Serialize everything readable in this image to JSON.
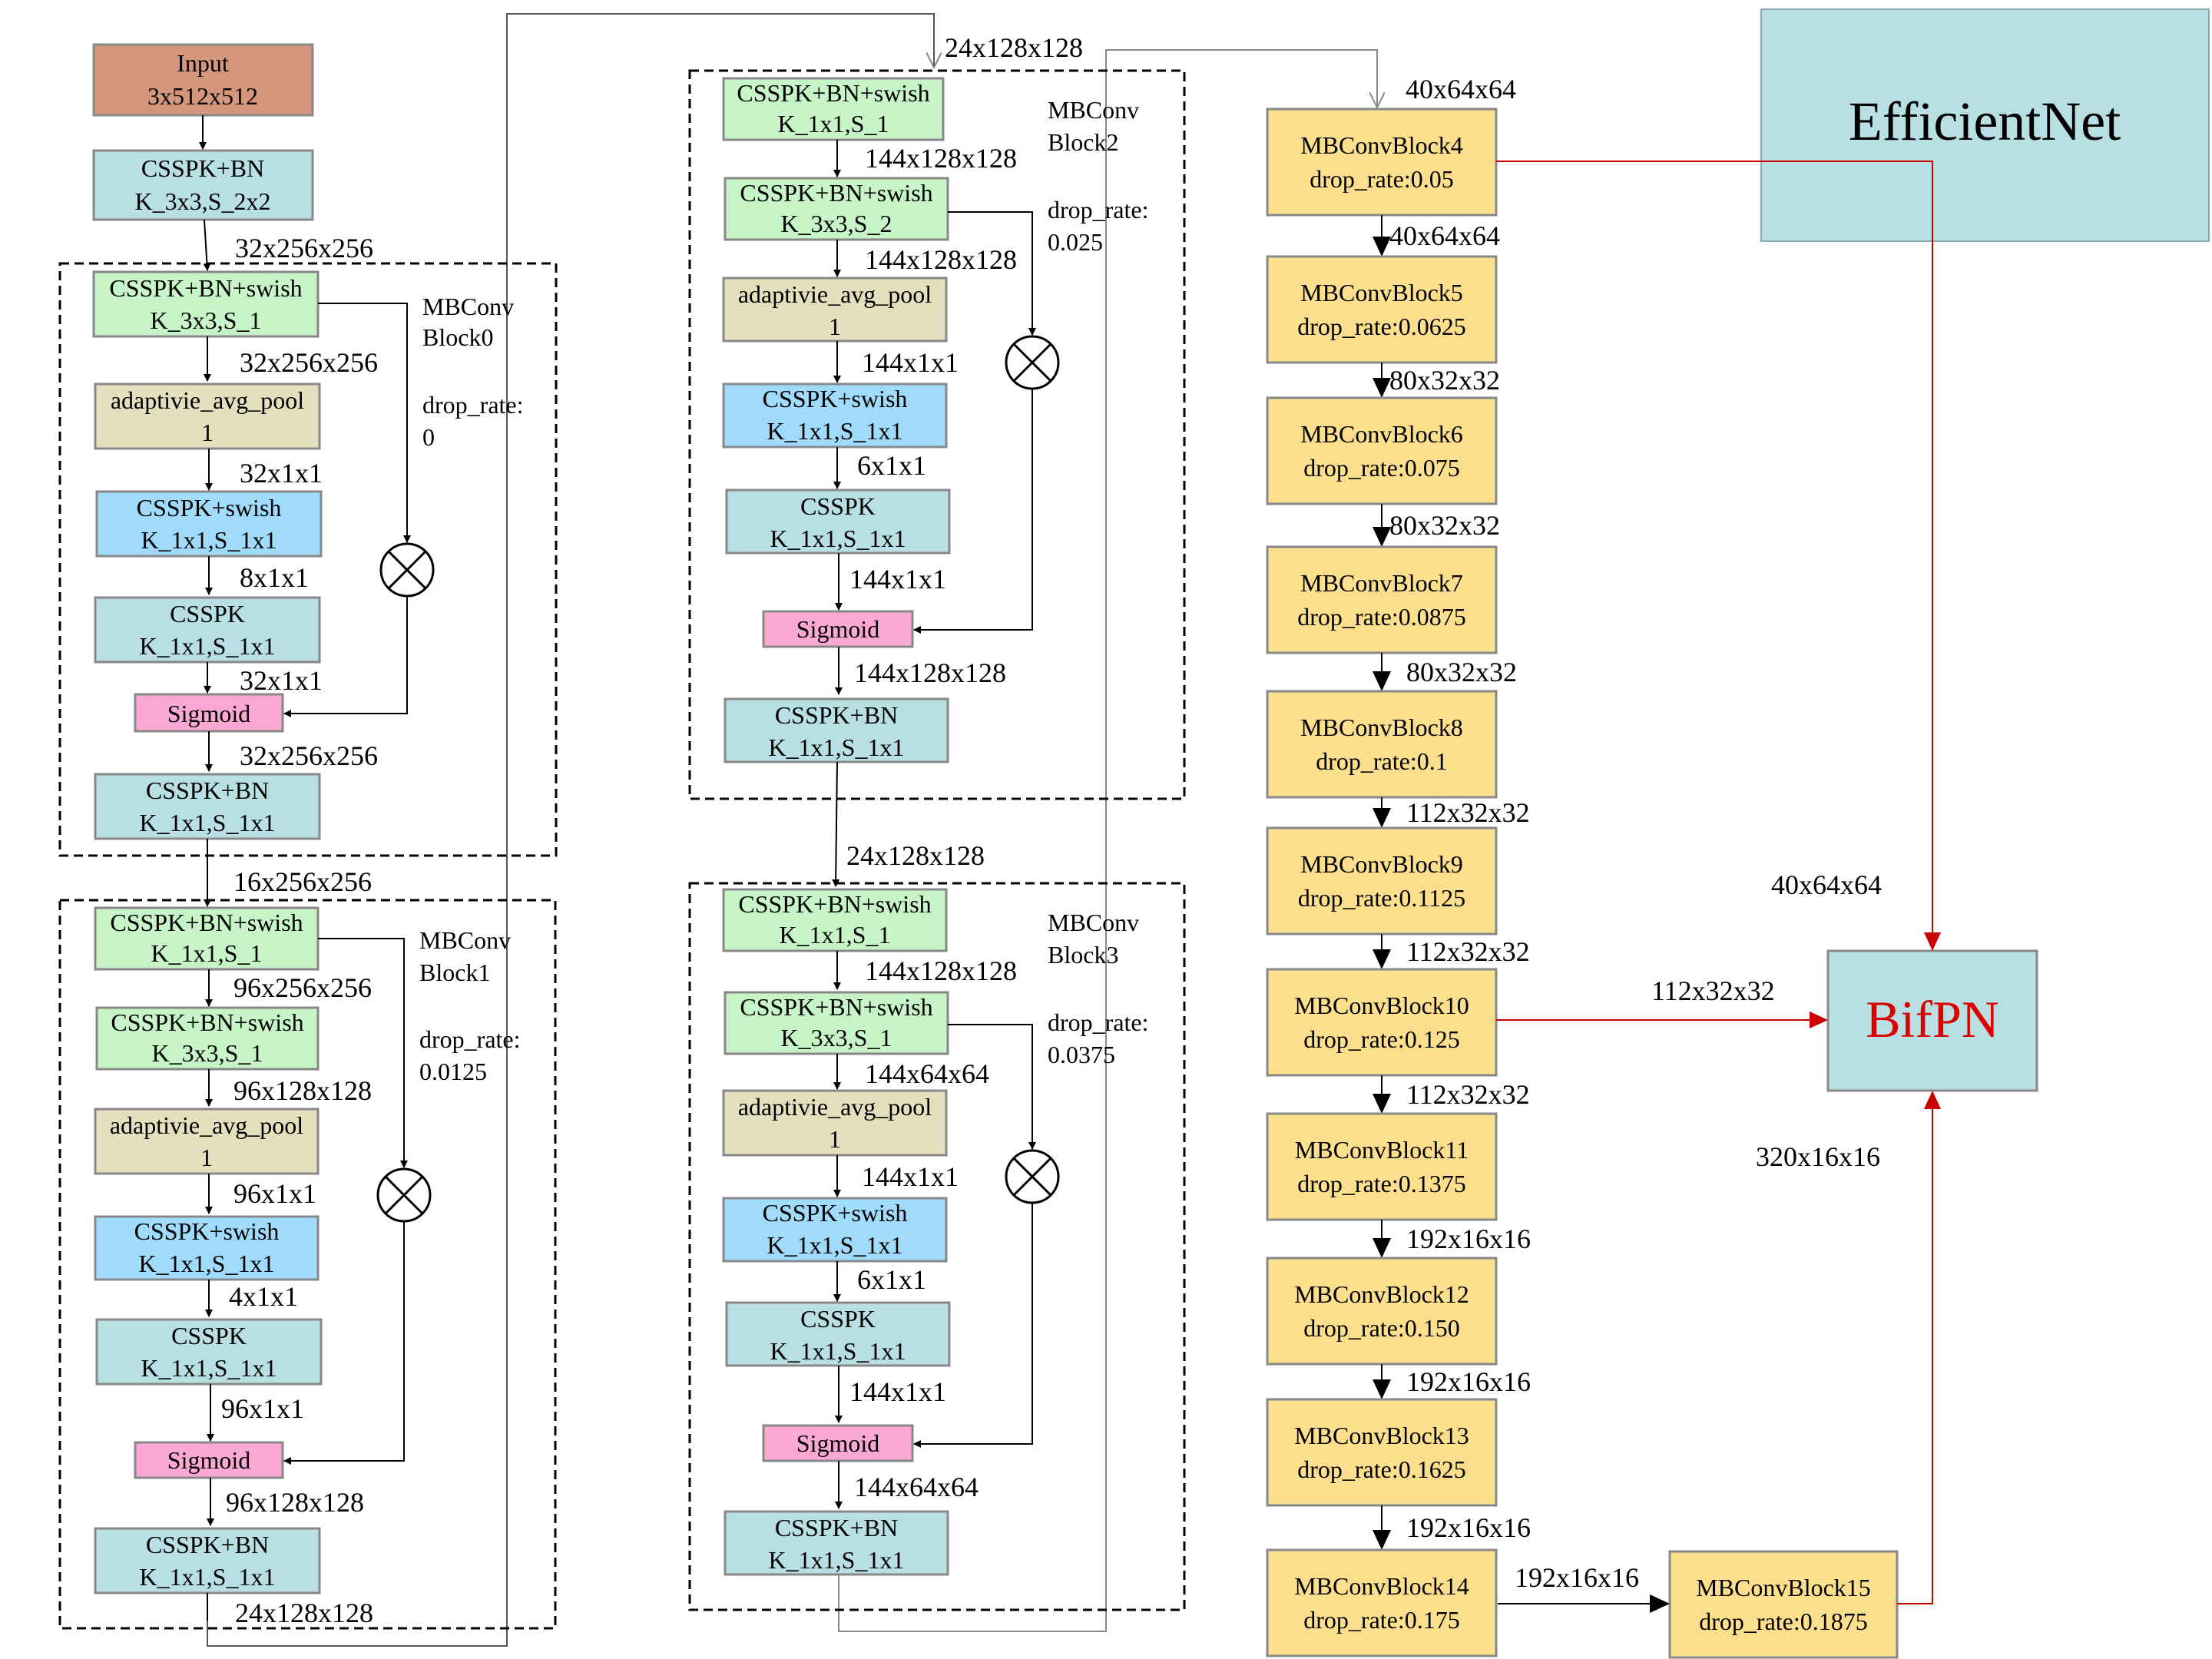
{
  "title": "EfficientNet",
  "colors": {
    "input": "#d4977e",
    "conv_bn": "#b8dfe3",
    "conv_swish_bn": "#c8f5c8",
    "pool": "#e4dfbc",
    "conv_swish": "#a0dbfc",
    "sigmoid": "#fba8d4",
    "mbconv": "#fcdf8c",
    "title_box": "#b8dfe3",
    "red_arrow": "#cc0000",
    "gray_line": "#888888"
  },
  "input_box": {
    "line1": "Input",
    "line2": "3x512x512"
  },
  "stem": {
    "line1": "CSSPK+BN",
    "line2": "K_3x3,S_2x2"
  },
  "stem_out": "32x256x256",
  "block0": {
    "label1": "MBConv",
    "label2": "Block0",
    "drop1": "drop_rate:",
    "drop2": "0",
    "items": [
      {
        "line1": "CSSPK+BN+swish",
        "line2": "K_3x3,S_1"
      },
      {
        "line1": "adaptivie_avg_pool",
        "line2": "1"
      },
      {
        "line1": "CSSPK+swish",
        "line2": "K_1x1,S_1x1"
      },
      {
        "line1": "CSSPK",
        "line2": "K_1x1,S_1x1"
      },
      {
        "line1": "Sigmoid"
      },
      {
        "line1": "CSSPK+BN",
        "line2": "K_1x1,S_1x1"
      }
    ],
    "dims": [
      "32x256x256",
      "32x1x1",
      "8x1x1",
      "32x1x1",
      "32x256x256"
    ],
    "out": "16x256x256"
  },
  "block1": {
    "label1": "MBConv",
    "label2": "Block1",
    "drop1": "drop_rate:",
    "drop2": "0.0125",
    "items": [
      {
        "line1": "CSSPK+BN+swish",
        "line2": "K_1x1,S_1"
      },
      {
        "line1": "CSSPK+BN+swish",
        "line2": "K_3x3,S_1"
      },
      {
        "line1": "adaptivie_avg_pool",
        "line2": "1"
      },
      {
        "line1": "CSSPK+swish",
        "line2": "K_1x1,S_1x1"
      },
      {
        "line1": "CSSPK",
        "line2": "K_1x1,S_1x1"
      },
      {
        "line1": "Sigmoid"
      },
      {
        "line1": "CSSPK+BN",
        "line2": "K_1x1,S_1x1"
      }
    ],
    "dims": [
      "96x256x256",
      "96x128x128",
      "96x1x1",
      "4x1x1",
      "96x1x1",
      "96x128x128"
    ],
    "out": "24x128x128"
  },
  "block2": {
    "in": "24x128x128",
    "label1": "MBConv",
    "label2": "Block2",
    "drop1": "drop_rate:",
    "drop2": "0.025",
    "items": [
      {
        "line1": "CSSPK+BN+swish",
        "line2": "K_1x1,S_1"
      },
      {
        "line1": "CSSPK+BN+swish",
        "line2": "K_3x3,S_2"
      },
      {
        "line1": "adaptivie_avg_pool",
        "line2": "1"
      },
      {
        "line1": "CSSPK+swish",
        "line2": "K_1x1,S_1x1"
      },
      {
        "line1": "CSSPK",
        "line2": "K_1x1,S_1x1"
      },
      {
        "line1": "Sigmoid"
      },
      {
        "line1": "CSSPK+BN",
        "line2": "K_1x1,S_1x1"
      }
    ],
    "dims": [
      "144x128x128",
      "144x128x128",
      "144x1x1",
      "6x1x1",
      "144x1x1",
      "144x128x128"
    ],
    "out": "24x128x128"
  },
  "block3": {
    "label1": "MBConv",
    "label2": "Block3",
    "drop1": "drop_rate:",
    "drop2": "0.0375",
    "items": [
      {
        "line1": "CSSPK+BN+swish",
        "line2": "K_1x1,S_1"
      },
      {
        "line1": "CSSPK+BN+swish",
        "line2": "K_3x3,S_1"
      },
      {
        "line1": "adaptivie_avg_pool",
        "line2": "1"
      },
      {
        "line1": "CSSPK+swish",
        "line2": "K_1x1,S_1x1"
      },
      {
        "line1": "CSSPK",
        "line2": "K_1x1,S_1x1"
      },
      {
        "line1": "Sigmoid"
      },
      {
        "line1": "CSSPK+BN",
        "line2": "K_1x1,S_1x1"
      }
    ],
    "dims": [
      "144x128x128",
      "144x64x64",
      "144x1x1",
      "6x1x1",
      "144x1x1",
      "144x64x64"
    ]
  },
  "chain_in": "40x64x64",
  "chain": [
    {
      "name": "MBConvBlock4",
      "drop": "drop_rate:0.05"
    },
    {
      "name": "MBConvBlock5",
      "drop": "drop_rate:0.0625"
    },
    {
      "name": "MBConvBlock6",
      "drop": "drop_rate:0.075"
    },
    {
      "name": "MBConvBlock7",
      "drop": "drop_rate:0.0875"
    },
    {
      "name": "MBConvBlock8",
      "drop": "drop_rate:0.1"
    },
    {
      "name": "MBConvBlock9",
      "drop": "drop_rate:0.1125"
    },
    {
      "name": "MBConvBlock10",
      "drop": "drop_rate:0.125"
    },
    {
      "name": "MBConvBlock11",
      "drop": "drop_rate:0.1375"
    },
    {
      "name": "MBConvBlock12",
      "drop": "drop_rate:0.150"
    },
    {
      "name": "MBConvBlock13",
      "drop": "drop_rate:0.1625"
    },
    {
      "name": "MBConvBlock14",
      "drop": "drop_rate:0.175"
    }
  ],
  "chain_dims": [
    "40x64x64",
    "80x32x32",
    "80x32x32",
    "80x32x32",
    "112x32x32",
    "112x32x32",
    "112x32x32",
    "192x16x16",
    "192x16x16",
    "192x16x16"
  ],
  "block15": {
    "name": "MBConvBlock15",
    "drop": "drop_rate:0.1875"
  },
  "block14_to_15": "192x16x16",
  "bifpn": {
    "label": "BifPN",
    "in_top": "40x64x64",
    "in_mid": "112x32x32",
    "in_bottom": "320x16x16"
  }
}
